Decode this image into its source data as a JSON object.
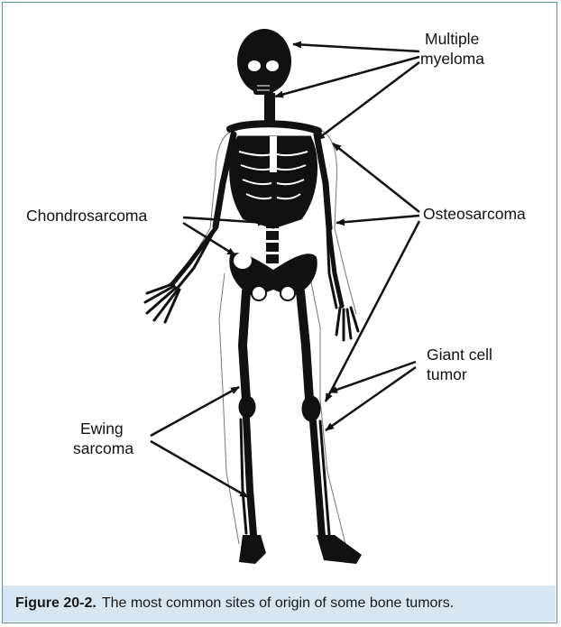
{
  "labels": {
    "multiple_myeloma_line1": "Multiple",
    "multiple_myeloma_line2": "myeloma",
    "chondrosarcoma": "Chondrosarcoma",
    "osteosarcoma": "Osteosarcoma",
    "giant_cell_line1": "Giant cell",
    "giant_cell_line2": "tumor",
    "ewing_line1": "Ewing",
    "ewing_line2": "sarcoma"
  },
  "caption": {
    "label": "Figure 20-2.",
    "text": "The most common sites of origin of some bone tumors."
  },
  "colors": {
    "border": "#5b8fb9",
    "caption_bg": "#d6e6f3",
    "ink": "#111111"
  }
}
